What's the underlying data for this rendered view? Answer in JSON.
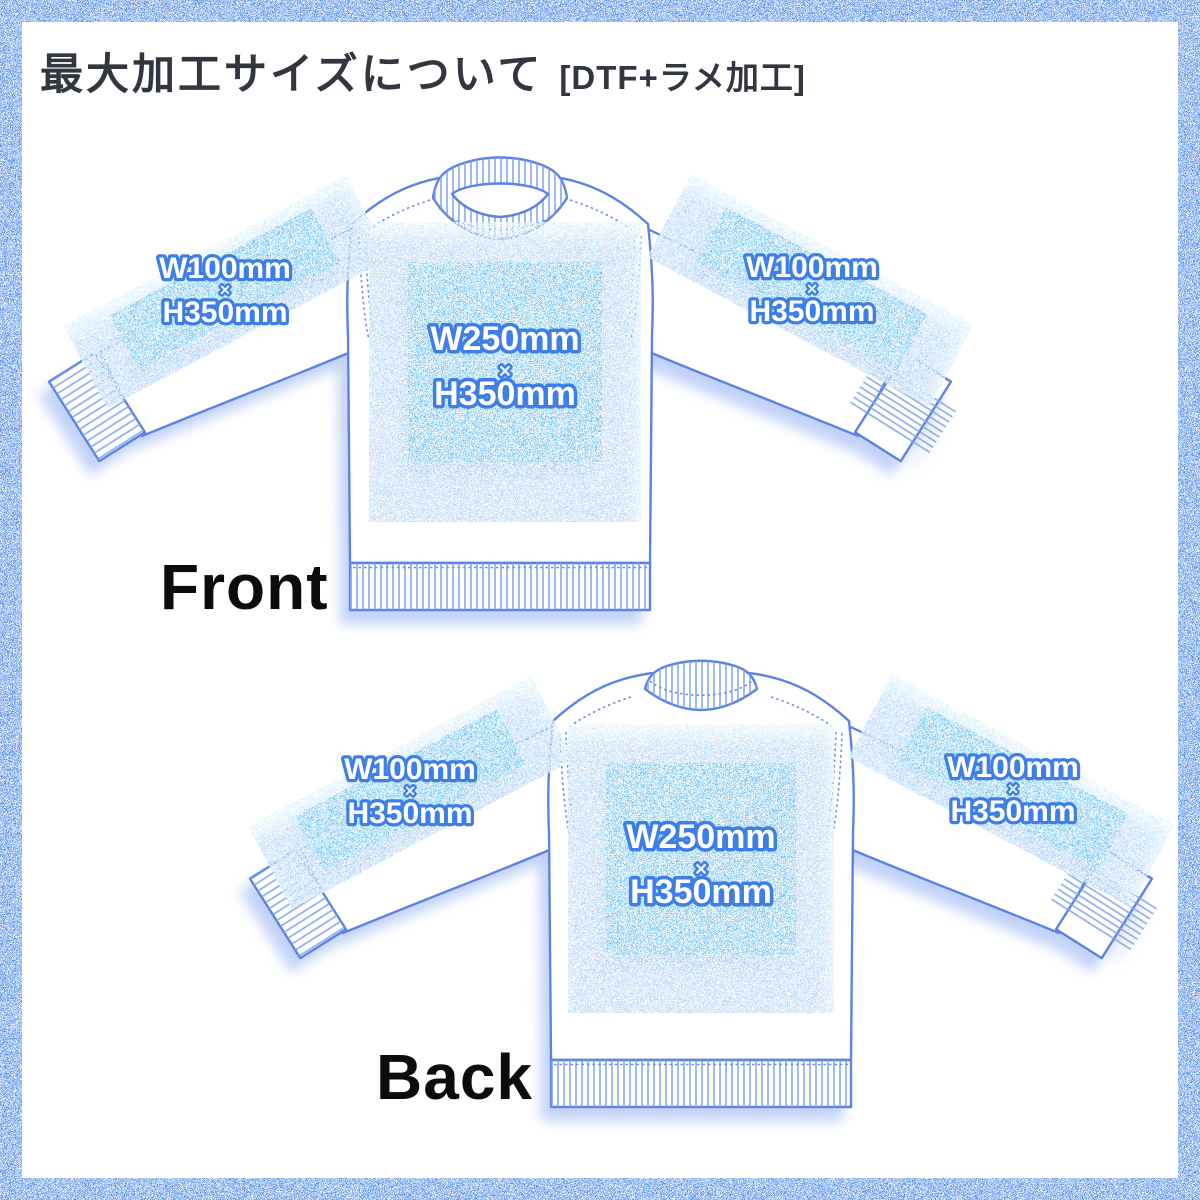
{
  "header": {
    "title": "最大加工サイズについて",
    "tag": "[DTF+ラメ加工]"
  },
  "views": {
    "front": {
      "label": "Front"
    },
    "back": {
      "label": "Back"
    }
  },
  "print_areas": {
    "body": {
      "width": "W250mm",
      "times": "×",
      "height": "H350mm"
    },
    "sleeve": {
      "width": "W100mm",
      "times": "×",
      "height": "H350mm"
    }
  },
  "colors": {
    "border_glitter_base": "#4f86e8",
    "print_glitter_base": "#5fb8f0",
    "garment_outline": "#5b82e8",
    "garment_shadow": "#c3d3f8",
    "label_fill": "#ffffff",
    "label_stroke": "#3d7ee8",
    "title_text": "#32363e",
    "view_label_text": "#0c0c0c"
  }
}
